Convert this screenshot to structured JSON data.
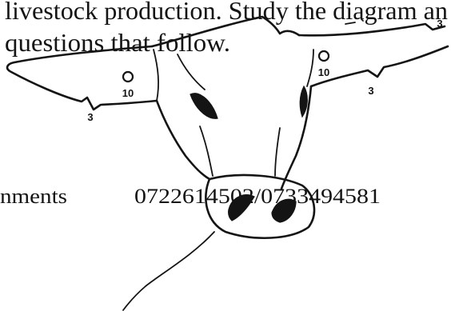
{
  "document": {
    "line_1": "livestock production. Study the diagram an",
    "line_2": "questions that follow.",
    "footer_left": "nments",
    "footer_contact": "0722614502/0733494581"
  },
  "diagram": {
    "left_ear_hole_label": "10",
    "left_ear_notch_label": "3",
    "right_ear_hole_label": "10",
    "right_ear_notch_label": "3",
    "top_right_notch_label": "3"
  },
  "colors": {
    "ink": "#141414",
    "paper": "#ffffff"
  }
}
